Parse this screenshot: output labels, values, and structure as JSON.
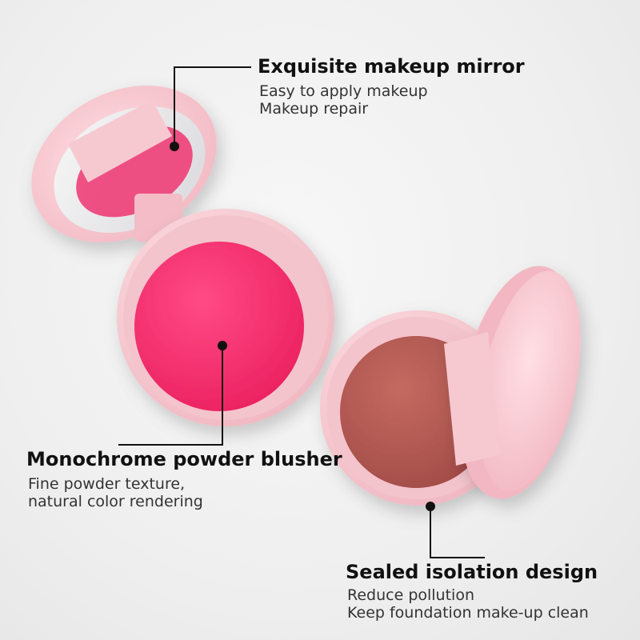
{
  "colors": {
    "case_pink": "#f6c3cc",
    "case_rim": "#f9d3d9",
    "blush_hot_pink": "#f52d6f",
    "blush_rose_brown": "#b55b55",
    "leader_line": "#111111"
  },
  "callouts": {
    "mirror": {
      "title": "Exquisite makeup mirror",
      "lines": [
        "Easy to apply makeup",
        "Makeup repair"
      ]
    },
    "blusher": {
      "title": "Monochrome powder blusher",
      "lines": [
        "Fine powder texture,",
        "natural color rendering"
      ]
    },
    "sealed": {
      "title": "Sealed isolation design",
      "lines": [
        "Reduce pollution",
        "Keep foundation make-up clean"
      ]
    }
  }
}
